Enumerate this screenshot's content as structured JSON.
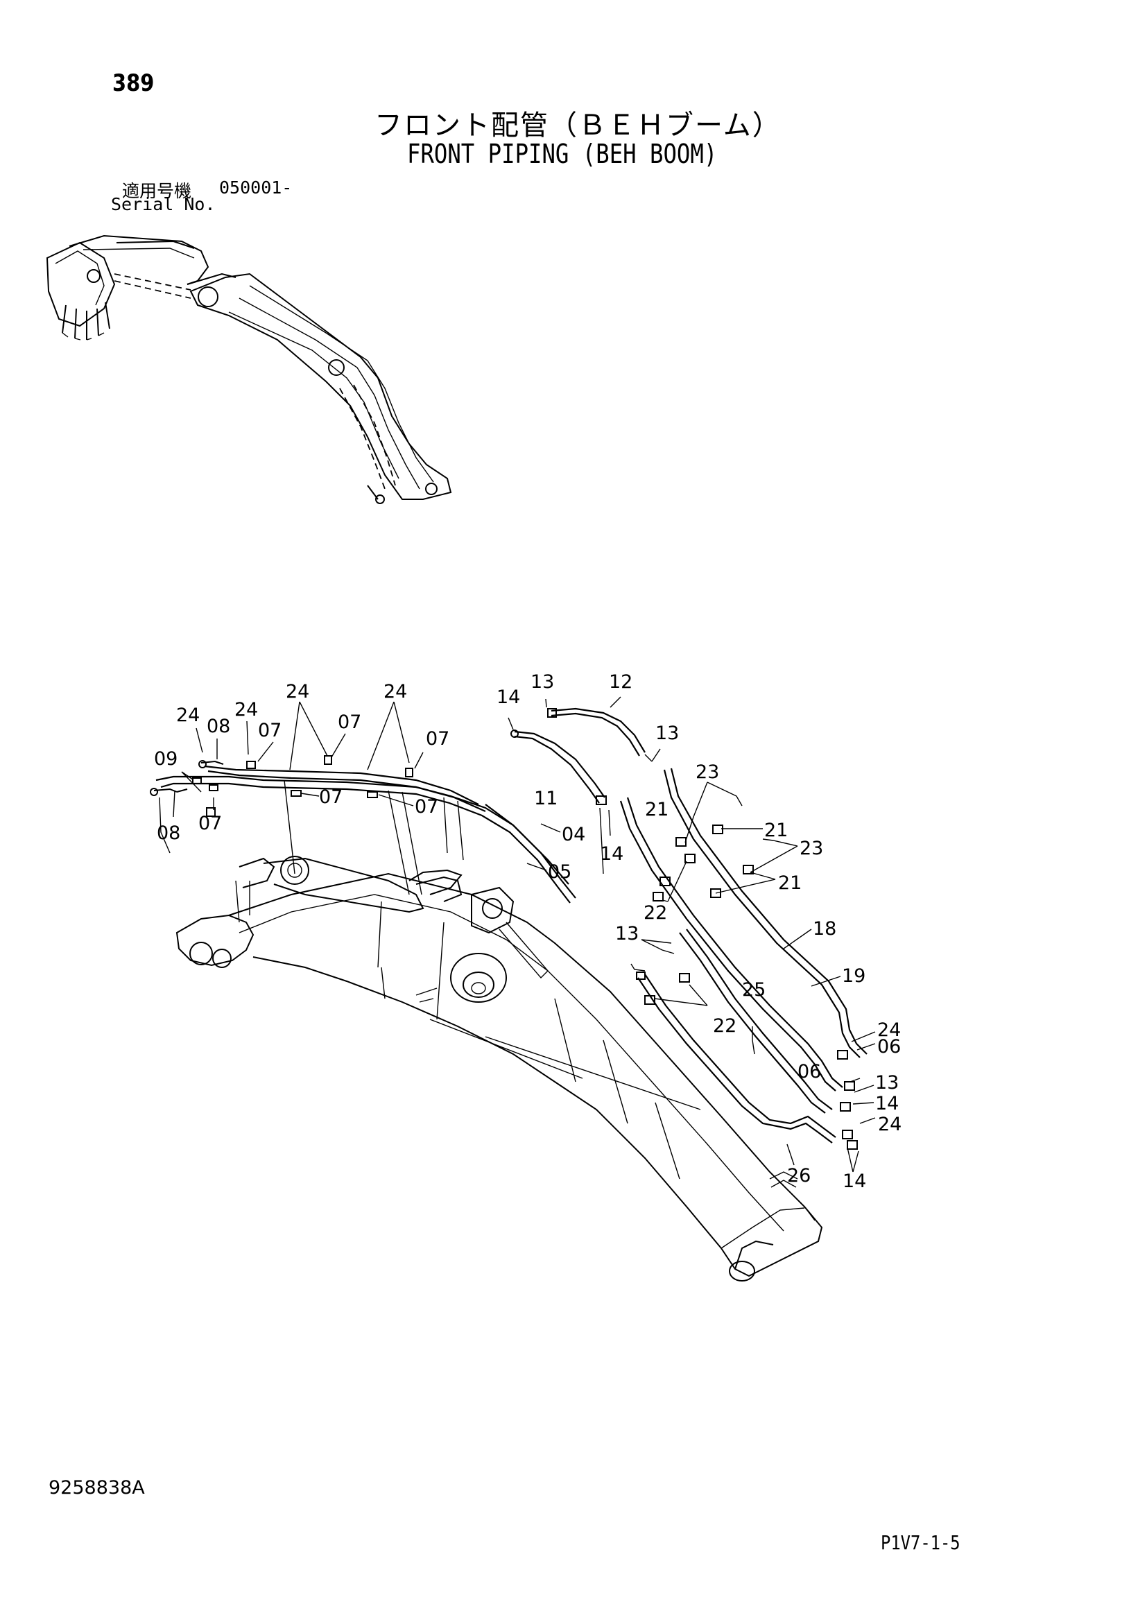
{
  "header": {
    "page_number": "389",
    "title_jp": "フロント配管（ＢＥＨブーム）",
    "title_en": "FRONT PIPING (BEH BOOM)"
  },
  "serial": {
    "label_jp": "適用号機",
    "from": "050001-",
    "label_en": "Serial No."
  },
  "footer": {
    "drawing_number": "9258838A",
    "page_code": "P1V7-1-5"
  },
  "callouts": {
    "c24a": "24",
    "c08a": "08",
    "c24b": "24",
    "c07a": "07",
    "c24c": "24",
    "c07b": "07",
    "c24d": "24",
    "c07c": "07",
    "c09": "09",
    "c07d": "07",
    "c07e": "07",
    "c08b": "08",
    "c07f": "07",
    "c14a": "14",
    "c13a": "13",
    "c12": "12",
    "c13b": "13",
    "c11": "11",
    "c04": "04",
    "c05": "05",
    "c14b": "14",
    "c23a": "23",
    "c21a": "21",
    "c21b": "21",
    "c23b": "23",
    "c21c": "21",
    "c22a": "22",
    "c13c": "13",
    "c18": "18",
    "c19": "19",
    "c25": "25",
    "c22b": "22",
    "c24e": "24",
    "c06a": "06",
    "c06b": "06",
    "c13d": "13",
    "c14c": "14",
    "c24f": "24",
    "c26": "26",
    "c14d": "14"
  }
}
